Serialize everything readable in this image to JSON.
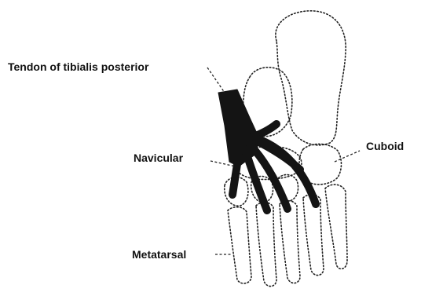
{
  "labels": {
    "tendon": "Tendon of tibialis posterior",
    "navicular": "Navicular",
    "cuboid": "Cuboid",
    "metatarsal": "Metatarsal"
  }
}
